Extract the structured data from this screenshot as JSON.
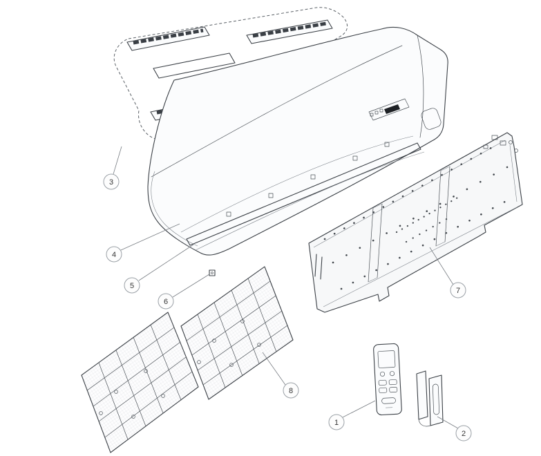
{
  "diagram": {
    "background_color": "#ffffff",
    "line_color": "#3a3f45",
    "callout_fill": "#fdfdfd",
    "callout_border": "#9aa0a6",
    "callout_text_color": "#333333",
    "callouts": [
      {
        "label": "1"
      },
      {
        "label": "2"
      },
      {
        "label": "3"
      },
      {
        "label": "4"
      },
      {
        "label": "5"
      },
      {
        "label": "6"
      },
      {
        "label": "7"
      },
      {
        "label": "8"
      }
    ]
  }
}
